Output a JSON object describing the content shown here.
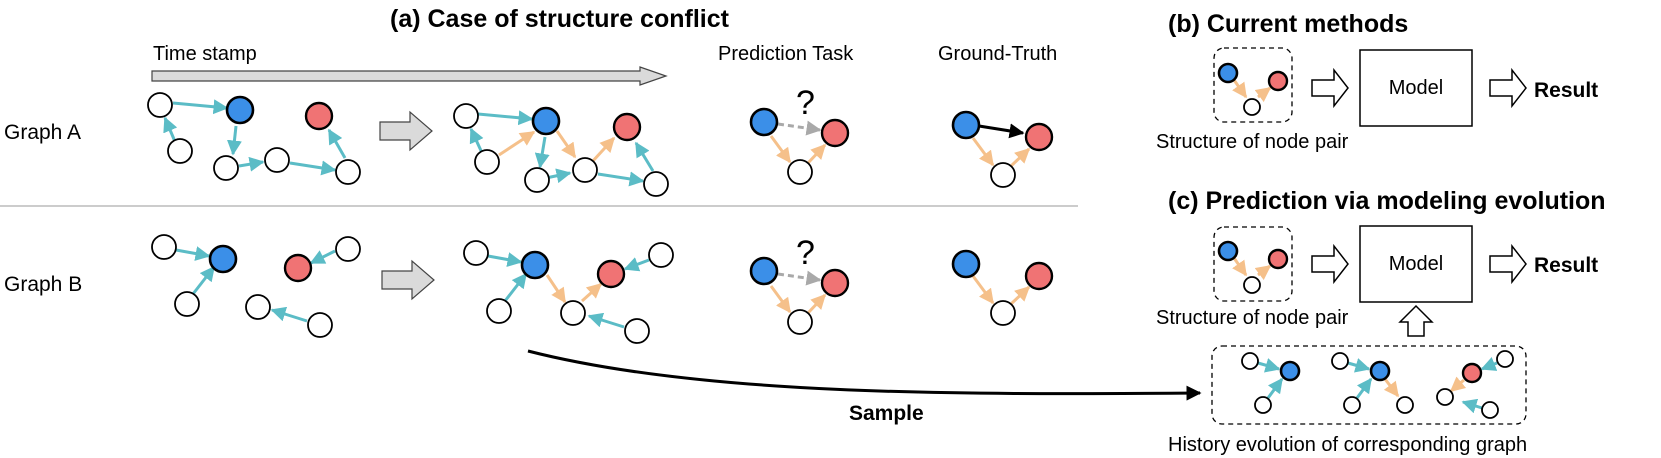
{
  "panel_a": {
    "title": "(a) Case of structure conflict",
    "timestamp_label": "Time stamp",
    "prediction_task_label": "Prediction Task",
    "ground_truth_label": "Ground-Truth",
    "graph_a_label": "Graph A",
    "graph_b_label": "Graph B",
    "question_mark": "?",
    "sample_label": "Sample"
  },
  "panel_b": {
    "title": "(b) Current methods",
    "model_label": "Model",
    "result_label": "Result",
    "structure_caption": "Structure of node pair"
  },
  "panel_c": {
    "title": "(c) Prediction via modeling evolution",
    "model_label": "Model",
    "result_label": "Result",
    "structure_caption": "Structure of node pair",
    "history_caption": "History evolution of corresponding graph"
  },
  "colors": {
    "blue_node": "#3b8fe8",
    "red_node": "#f07374",
    "teal_edge": "#5bbcc6",
    "orange_edge": "#f5c08a",
    "grey_edge": "#a9a9a9"
  }
}
